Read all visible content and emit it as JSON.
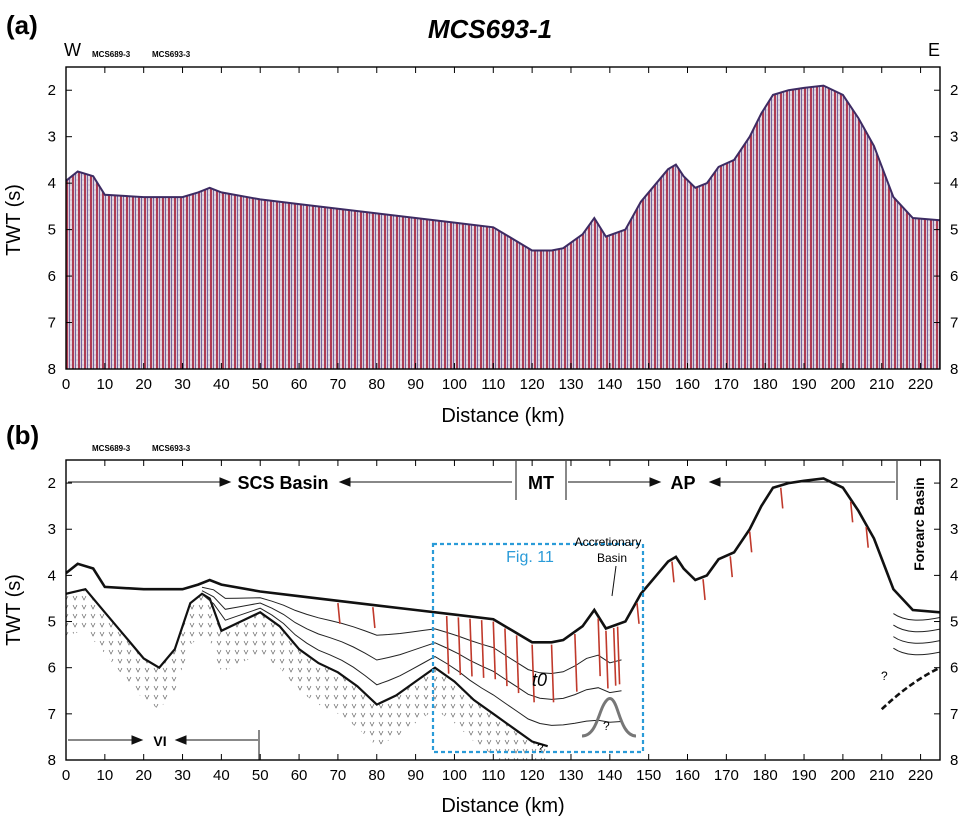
{
  "figure": {
    "panel_a": {
      "label": "(a)",
      "title": "MCS693-1",
      "west": "W",
      "east": "E",
      "cross_lines": [
        "MCS689-3",
        "MCS693-3"
      ]
    },
    "panel_b": {
      "label": "(b)",
      "cross_lines": [
        "MCS689-3",
        "MCS693-3"
      ],
      "zones": {
        "scs_basin": "SCS Basin",
        "mt": "MT",
        "ap": "AP",
        "forearc": "Forearc Basin",
        "vi": "VI"
      },
      "annotations": {
        "fig11": "Fig. 11",
        "accretionary_basin_line1": "Accretionary",
        "accretionary_basin_line2": "Basin",
        "t0": "t0",
        "q1": "?",
        "q2": "?",
        "q3": "?"
      }
    },
    "axes": {
      "ylabel": "TWT (s)",
      "xlabel": "Distance (km)",
      "xticks": [
        "0",
        "10",
        "20",
        "30",
        "40",
        "50",
        "60",
        "70",
        "80",
        "90",
        "100",
        "110",
        "120",
        "130",
        "140",
        "150",
        "160",
        "170",
        "180",
        "190",
        "200",
        "210",
        "220"
      ],
      "yticks": [
        "2",
        "3",
        "4",
        "5",
        "6",
        "7",
        "8"
      ],
      "xlim": [
        0,
        225
      ],
      "ylim": [
        1.5,
        8
      ]
    },
    "colors": {
      "seismic_red": "#a8233c",
      "seismic_blue": "#5a4a8e",
      "fault_red": "#c0392b",
      "box_blue": "#2a9bd8"
    }
  },
  "chart_data": [
    {
      "type": "area",
      "panel": "(a)",
      "title": "MCS693-1",
      "xlabel": "Distance (km)",
      "ylabel": "TWT (s)",
      "xlim": [
        0,
        225
      ],
      "ylim": [
        8,
        1.5
      ],
      "series": [
        {
          "name": "seafloor",
          "x": [
            0,
            3,
            7,
            10,
            20,
            30,
            34,
            37,
            40,
            50,
            60,
            70,
            80,
            90,
            100,
            110,
            115,
            120,
            125,
            128,
            133,
            136,
            139,
            144,
            148,
            152,
            155,
            157,
            159,
            162,
            165,
            168,
            172,
            176,
            179,
            182,
            186,
            190,
            195,
            200,
            204,
            208,
            213,
            218,
            225
          ],
          "y": [
            3.95,
            3.75,
            3.85,
            4.25,
            4.3,
            4.3,
            4.2,
            4.1,
            4.2,
            4.35,
            4.45,
            4.55,
            4.65,
            4.75,
            4.85,
            4.95,
            5.2,
            5.45,
            5.45,
            5.4,
            5.1,
            4.75,
            5.15,
            5.0,
            4.4,
            4.0,
            3.7,
            3.6,
            3.85,
            4.1,
            4.0,
            3.65,
            3.5,
            3.0,
            2.5,
            2.1,
            2.0,
            1.95,
            1.9,
            2.1,
            2.6,
            3.2,
            4.3,
            4.75,
            4.8
          ]
        }
      ]
    },
    {
      "type": "line",
      "panel": "(b)",
      "xlabel": "Distance (km)",
      "ylabel": "TWT (s)",
      "xlim": [
        0,
        225
      ],
      "ylim": [
        8,
        1.5
      ],
      "series": [
        {
          "name": "seafloor",
          "x": [
            0,
            3,
            7,
            10,
            20,
            30,
            34,
            37,
            40,
            50,
            60,
            70,
            80,
            90,
            100,
            110,
            115,
            120,
            125,
            128,
            133,
            136,
            139,
            144,
            148,
            152,
            155,
            157,
            159,
            162,
            165,
            168,
            172,
            176,
            179,
            182,
            186,
            190,
            195,
            200,
            204,
            208,
            213,
            218,
            225
          ],
          "y": [
            3.95,
            3.75,
            3.85,
            4.25,
            4.3,
            4.3,
            4.2,
            4.1,
            4.2,
            4.35,
            4.45,
            4.55,
            4.65,
            4.75,
            4.85,
            4.95,
            5.2,
            5.45,
            5.45,
            5.4,
            5.1,
            4.75,
            5.15,
            5.0,
            4.4,
            4.0,
            3.7,
            3.6,
            3.85,
            4.1,
            4.0,
            3.65,
            3.5,
            3.0,
            2.5,
            2.1,
            2.0,
            1.95,
            1.9,
            2.1,
            2.6,
            3.2,
            4.3,
            4.75,
            4.8
          ]
        },
        {
          "name": "basement",
          "x": [
            0,
            5,
            10,
            15,
            20,
            24,
            28,
            32,
            35,
            37,
            40,
            45,
            50,
            55,
            60,
            65,
            70,
            75,
            80,
            85,
            90,
            95,
            100,
            105,
            110,
            115,
            120,
            124
          ],
          "y": [
            4.4,
            4.3,
            4.8,
            5.3,
            5.8,
            6.0,
            5.6,
            4.6,
            4.4,
            4.5,
            5.2,
            5.0,
            4.8,
            5.1,
            5.6,
            5.9,
            6.1,
            6.4,
            6.8,
            6.6,
            6.3,
            6.0,
            6.3,
            6.7,
            7.0,
            7.3,
            7.6,
            7.7
          ]
        }
      ]
    }
  ]
}
